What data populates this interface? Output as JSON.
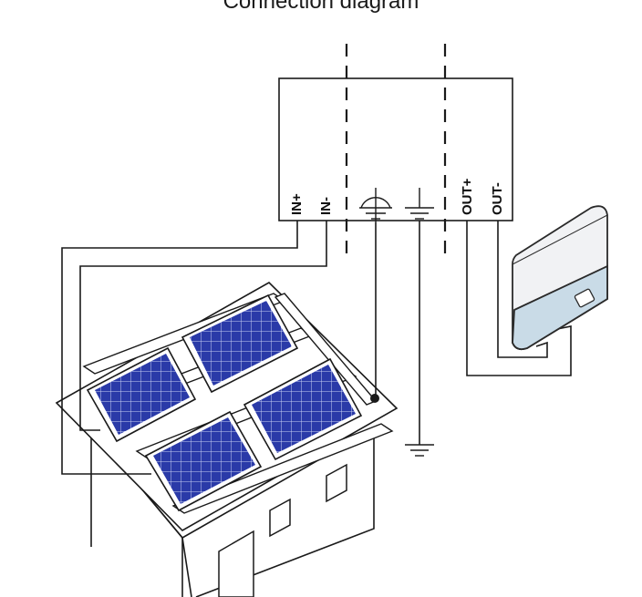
{
  "title": "Connection diagram",
  "terminals": {
    "in_plus": "IN+",
    "in_minus": "IN-",
    "out_plus": "OUT+",
    "out_minus": "OUT-"
  },
  "colors": {
    "panel_cell": "#2a3aa8",
    "inverter_body": "#f1f2f4",
    "inverter_base": "#c9dbe7",
    "line": "#1a1a1a"
  },
  "icons": [
    "protective-earth-icon",
    "ground-icon",
    "ground-icon"
  ]
}
